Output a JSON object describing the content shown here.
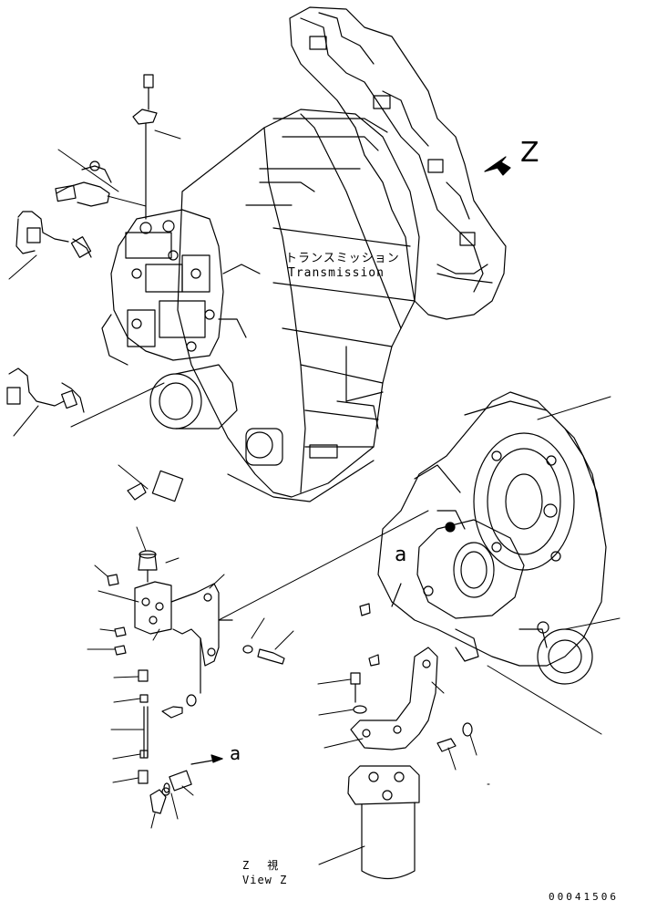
{
  "labels": {
    "view_arrow": "Z",
    "transmission_jp": "トランスミッション",
    "transmission_en": "Transmission",
    "port_a_housing": "a",
    "port_a_fitting": "a",
    "view_z_jp": "Z　視",
    "view_z_en": "View Z",
    "drawing_code": "00041506"
  }
}
